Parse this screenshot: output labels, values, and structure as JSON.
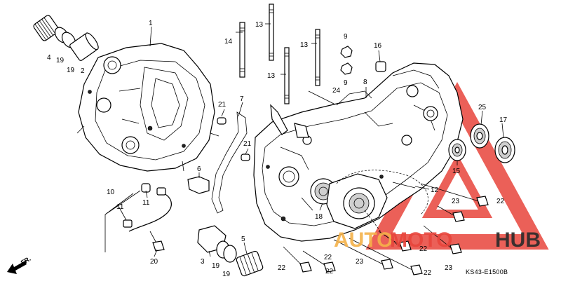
{
  "diagram_code": "KS43-E1500B",
  "fr_label": "FR.",
  "watermark": {
    "word1": "AUTO",
    "word2": "MOTO",
    "word3": "HUB",
    "color_red": "#e8453c",
    "color_orange": "#f5b24a",
    "color_dark": "#2a2a2a"
  },
  "labels": {
    "l1": "1",
    "l2": "2",
    "l3": "3",
    "l4": "4",
    "l5": "5",
    "l6": "6",
    "l7": "7",
    "l8": "8",
    "l9a": "9",
    "l9b": "9",
    "l10": "10",
    "l11a": "11",
    "l11b": "11",
    "l12": "12",
    "l13a": "13",
    "l13b": "13",
    "l13c": "13",
    "l14": "14",
    "l15": "15",
    "l16": "16",
    "l17": "17",
    "l18": "18",
    "l19a": "19",
    "l19b": "19",
    "l19c": "19",
    "l19d": "19",
    "l20": "20",
    "l21a": "21",
    "l21b": "21",
    "l22a": "22",
    "l22b": "22",
    "l22c": "22",
    "l22d": "22",
    "l22e": "22",
    "l22f": "22",
    "l23a": "23",
    "l23b": "23",
    "l23c": "23",
    "l24": "24",
    "l25": "25"
  }
}
